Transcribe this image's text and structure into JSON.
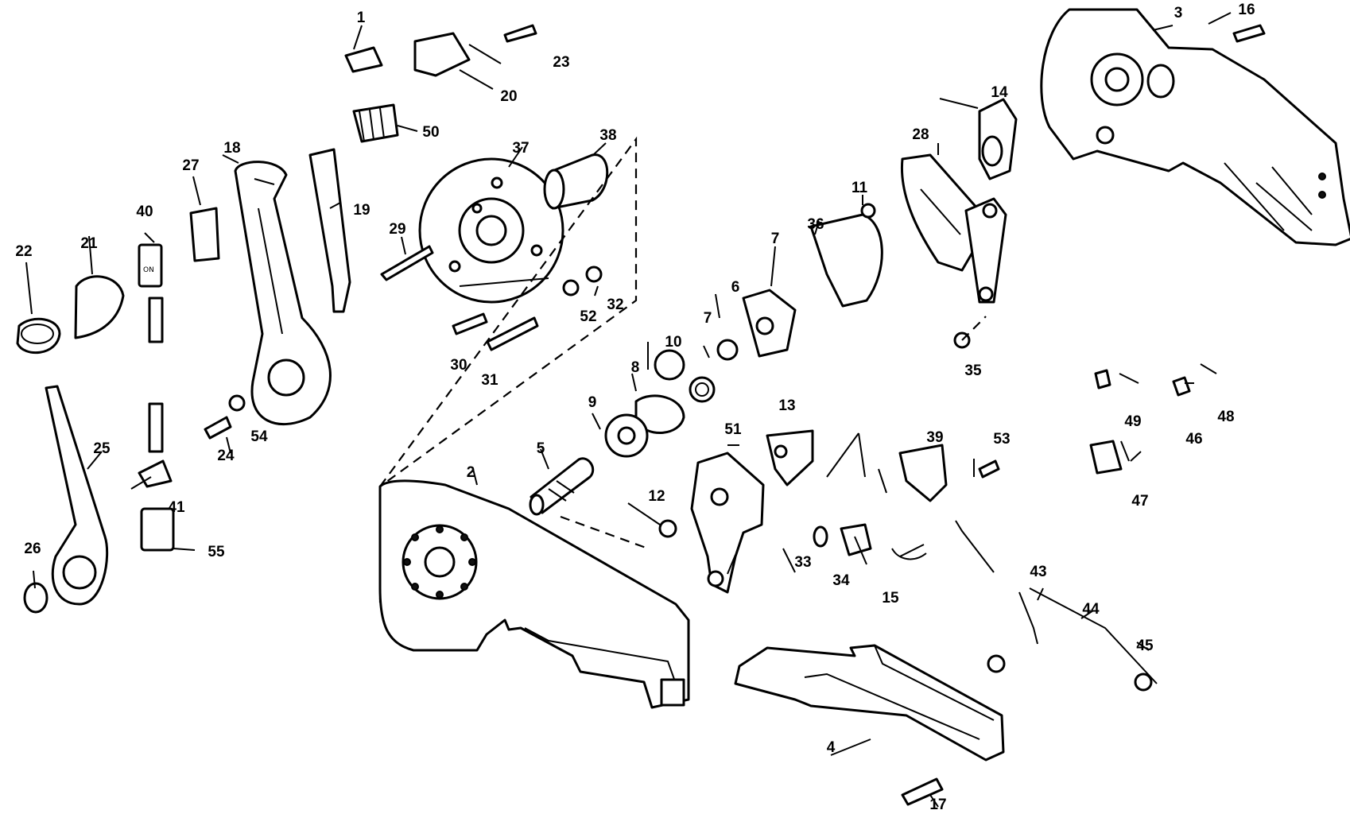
{
  "diagram": {
    "type": "exploded-parts-view",
    "part_numbers": [
      "1",
      "2",
      "3",
      "4",
      "5",
      "6",
      "7",
      "7",
      "8",
      "9",
      "10",
      "11",
      "12",
      "13",
      "14",
      "15",
      "16",
      "17",
      "18",
      "19",
      "20",
      "21",
      "22",
      "23",
      "24",
      "25",
      "26",
      "27",
      "28",
      "29",
      "30",
      "31",
      "32",
      "33",
      "34",
      "35",
      "36",
      "37",
      "38",
      "39",
      "40",
      "41",
      "43",
      "44",
      "45",
      "46",
      "47",
      "48",
      "49",
      "50",
      "51",
      "52",
      "53",
      "54",
      "55"
    ],
    "switch_glyph": "ON",
    "colors": {
      "ink": "#000000",
      "paper": "#ffffff"
    }
  }
}
